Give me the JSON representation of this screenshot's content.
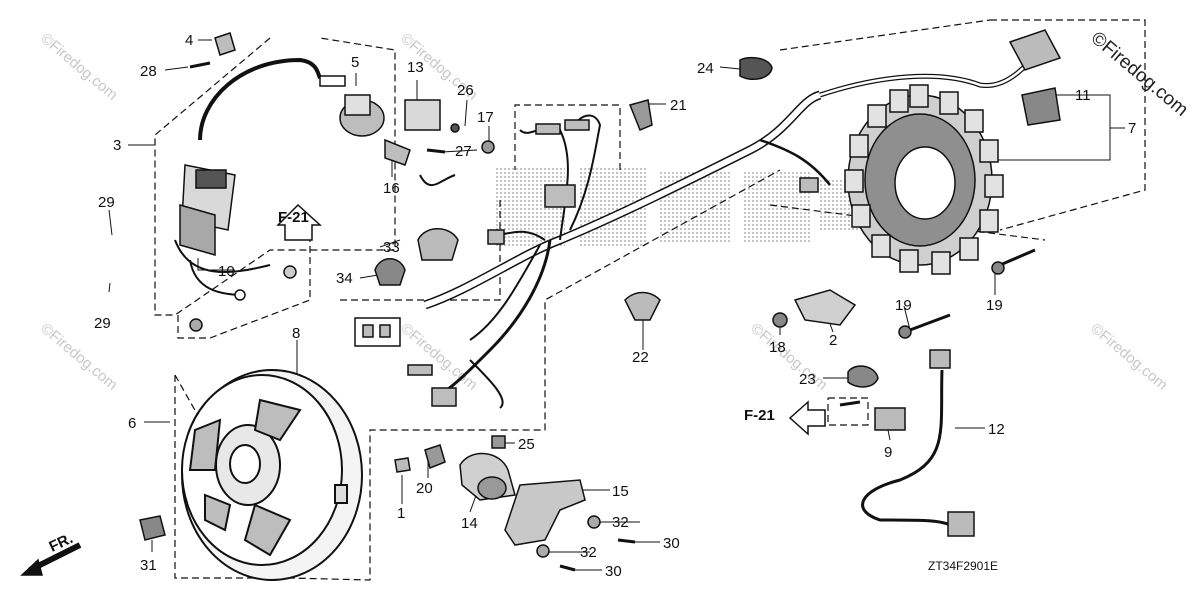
{
  "watermark": "©Firedog.com",
  "corner_watermark": "©Firedog.com",
  "diagram_code": "ZT34F2901E",
  "front_marker": "FR.",
  "refs": {
    "f21_top": "F-21",
    "f21_right": "F-21"
  },
  "callouts": [
    "1",
    "2",
    "3",
    "4",
    "5",
    "6",
    "7",
    "8",
    "9",
    "10",
    "11",
    "12",
    "13",
    "14",
    "15",
    "16",
    "17",
    "18",
    "19",
    "19",
    "20",
    "21",
    "22",
    "23",
    "24",
    "25",
    "26",
    "27",
    "28",
    "29",
    "29",
    "30",
    "30",
    "31",
    "32",
    "32",
    "33",
    "34"
  ],
  "colors": {
    "ink": "#111111",
    "watermark": "#c8c8c8",
    "shade": "#bdbdbd"
  }
}
